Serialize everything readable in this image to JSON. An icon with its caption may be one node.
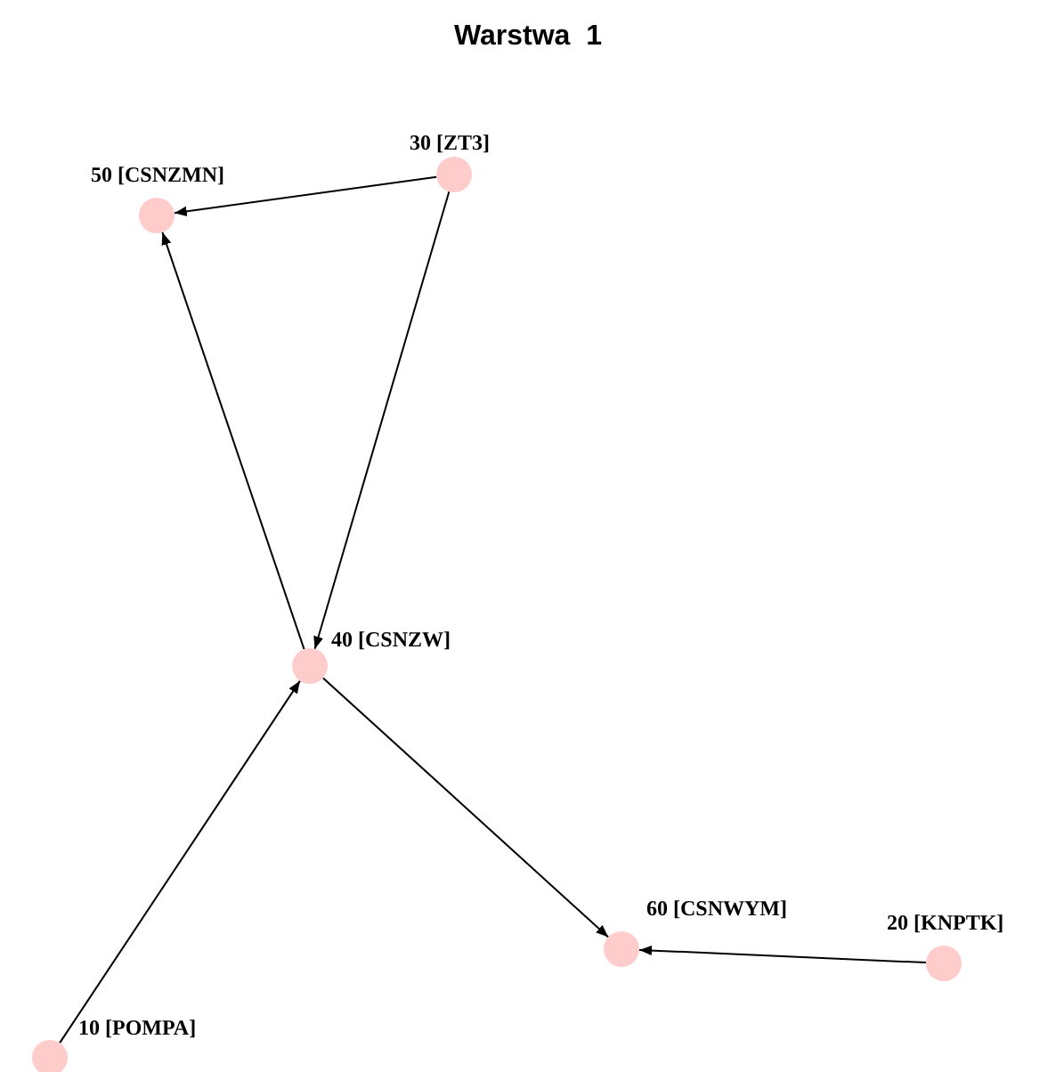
{
  "diagram": {
    "title": "Warstwa  1",
    "nodes": [
      {
        "text": [
          "30 [ZT3]"
        ]
      },
      {
        "text": [
          "50 [CSNZMN]"
        ]
      },
      {
        "text": [
          "40 [CSNZW]"
        ]
      },
      {
        "text": [
          "60 [CSNWYM]"
        ]
      },
      {
        "text": [
          "20 [KNPTK]"
        ]
      },
      {
        "text": [
          "10 [POMPA]"
        ]
      }
    ],
    "edges": [
      {
        "from": 0,
        "to": 1,
        "arrow": "to"
      },
      {
        "from": 0,
        "to": 2,
        "arrow": "to"
      },
      {
        "from": 2,
        "to": 1,
        "arrow": "to"
      },
      {
        "from": 5,
        "to": 2,
        "arrow": "to"
      },
      {
        "from": 2,
        "to": 3,
        "arrow": "to"
      },
      {
        "from": 4,
        "to": 3,
        "arrow": "to"
      }
    ]
  }
}
